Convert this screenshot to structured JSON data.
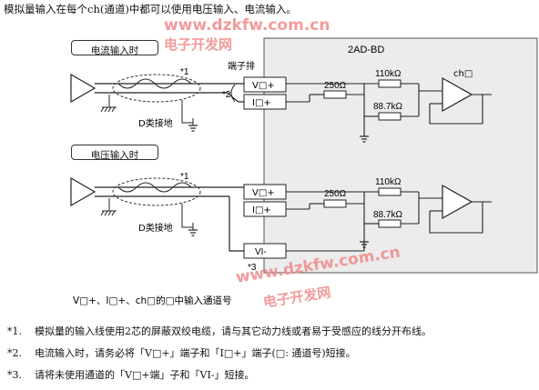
{
  "intro_text": "模拟量输入在每个ch(通道)中都可以使用电压输入、电流输入。",
  "watermarks": {
    "url": "www.dzkfw.com.cn",
    "name": "电子开发网"
  },
  "diagram": {
    "module_label": "2AD-BD",
    "terminal_block_label": "端子排",
    "current_section_label": "电流输入时",
    "voltage_section_label": "电压输入时",
    "ground_label": "D类接地",
    "star1": "*1",
    "star2": "*2",
    "star3": "*3",
    "terminal_v": "V□+",
    "terminal_i": "I□+",
    "terminal_vminus": "VI-",
    "r_250": "250Ω",
    "r_110k": "110kΩ",
    "r_887k": "88.7kΩ",
    "ch_label": "ch□",
    "legend": "V□+、I□+、ch□的□中输入通道号"
  },
  "notes": [
    {
      "mark": "*1.",
      "text": "模拟量的输入线使用2芯的屏蔽双绞电缆，请与其它动力线或者易于受感应的线分开布线。"
    },
    {
      "mark": "*2.",
      "text": "电流输入时，请务必将「V□+」端子和「I□+」端子(□: 通道号)短接。"
    },
    {
      "mark": "*3.",
      "text": "请将未使用通道的「V□+端」子和「VI-」短接。"
    }
  ]
}
